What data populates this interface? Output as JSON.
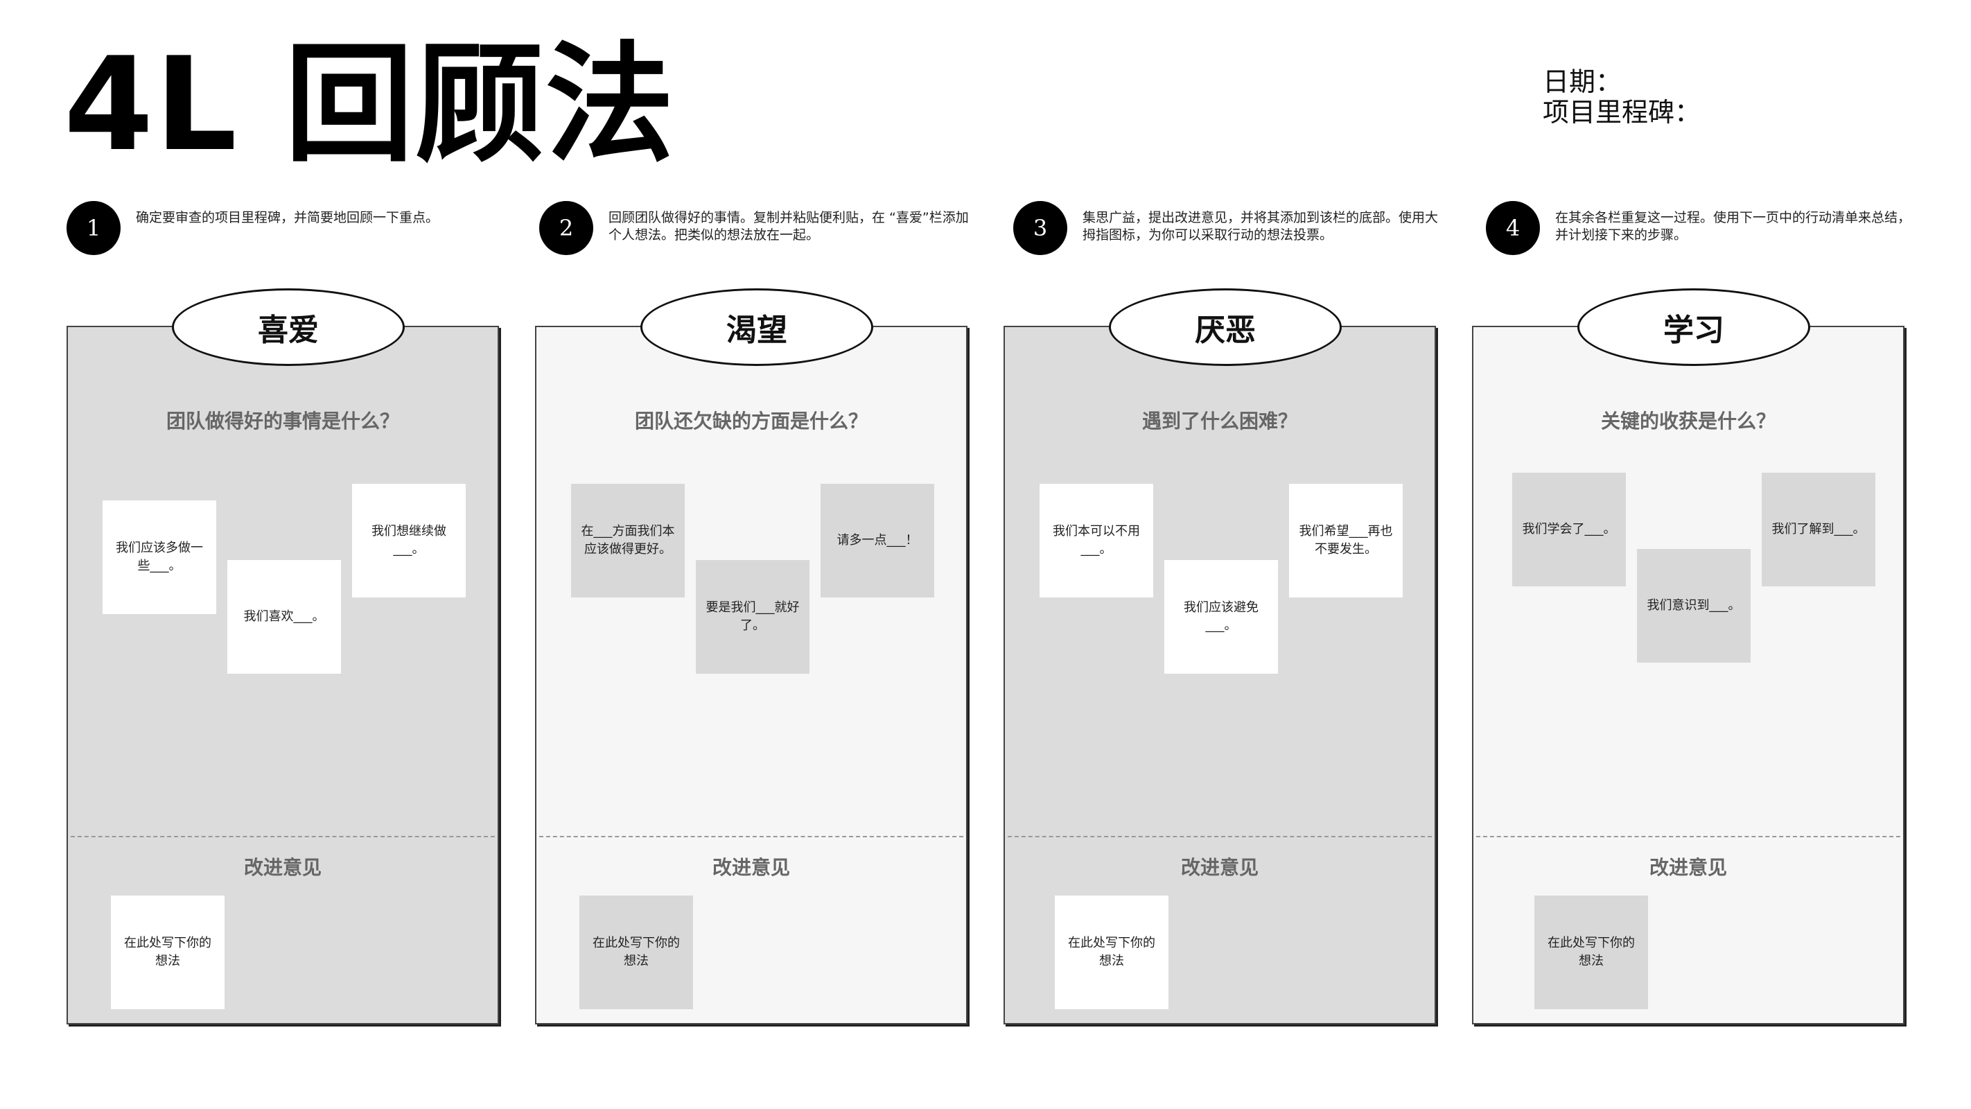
{
  "header": {
    "title": "4L 回顾法",
    "date_label": "日期：",
    "milestone_label": "项目里程碑："
  },
  "steps": [
    {
      "number": "1",
      "text": "确定要审查的项目里程碑，并简要地回顾一下重点。"
    },
    {
      "number": "2",
      "text": "回顾团队做得好的事情。复制并粘贴便利贴，在 “喜爱”栏添加个人想法。把类似的想法放在一起。"
    },
    {
      "number": "3",
      "text": "集思广益，提出改进意见，并将其添加到该栏的底部。使用大拇指图标，为你可以采取行动的想法投票。"
    },
    {
      "number": "4",
      "text": "在其余各栏重复这一过程。使用下一页中的行动清单来总结，并计划接下来的步骤。"
    }
  ],
  "columns": [
    {
      "title": "喜爱",
      "question": "团队做得好的事情是什么？",
      "notes": [
        "我们应该多做一些___。",
        "我们喜欢___。",
        "我们想继续做___。"
      ],
      "improve_title": "改进意见",
      "improve_note": "在此处写下你的想法"
    },
    {
      "title": "渴望",
      "question": "团队还欠缺的方面是什么？",
      "notes": [
        "在___方面我们本应该做得更好。",
        "要是我们___就好了。",
        "请多一点___！"
      ],
      "improve_title": "改进意见",
      "improve_note": "在此处写下你的想法"
    },
    {
      "title": "厌恶",
      "question": "遇到了什么困难？",
      "notes": [
        "我们本可以不用___。",
        "我们应该避免___。",
        "我们希望___再也不要发生。"
      ],
      "improve_title": "改进意见",
      "improve_note": "在此处写下你的想法"
    },
    {
      "title": "学习",
      "question": "关键的收获是什么？",
      "notes": [
        "我们学会了___。",
        "我们意识到___。",
        "我们了解到___。"
      ],
      "improve_title": "改进意见",
      "improve_note": "在此处写下你的想法"
    }
  ]
}
